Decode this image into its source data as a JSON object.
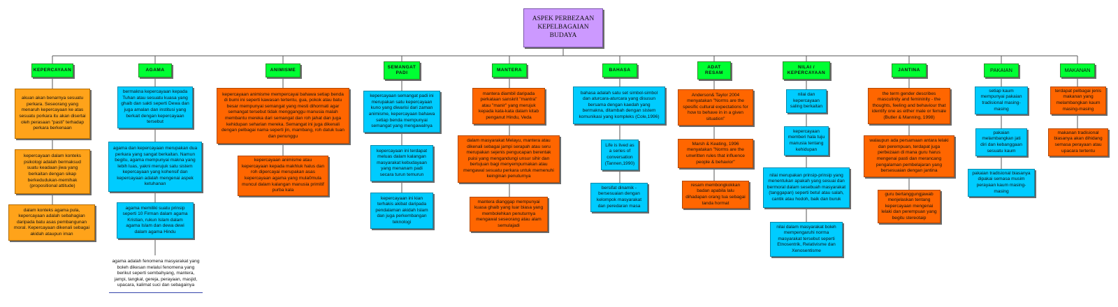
{
  "root": {
    "title": "ASPEK PERBEZAAN KEPELBAGAIAN BUDAYA"
  },
  "colors": {
    "root": "#cc99ff",
    "category": "#00ff33",
    "orange": "#ff6600",
    "amber": "#ffa31a",
    "cyan": "#00ccff",
    "line": "#555555"
  },
  "categories": [
    {
      "label": "KEPERCAYAAN",
      "nodes": [
        "akuan akan benarnya sesuatu perkara. Seseorang yang menaruh kepercayaan ke atas sesuatu porkara itu akan disertai oleh perasaan \"pasti\" terhadap perkara berkenaan",
        "kepercayaan dalam konteks psikologi adalah bermaksud suatu keadaan jiwa yang berkaitan dengan sikap berkedudukan-memihak (propositional attitude)",
        "dalam konteks agama pula, kepercayaan adalah sebahagian daripada batu asas pembangunan moral. Kepercayaan dikenali sebagai akidah ataupun iman"
      ]
    },
    {
      "label": "AGAMA",
      "nodes": [
        "bermakna kepercayaan kepada Tuhan atau sesuatu kuasa yang ghaib dan sakti seperti Dewa dan juga amalan dan institusi yang berkait dengan kepercayaan tersebut",
        "agama dan kepercayaan merupakan dua perkara yang sangat berkaitan. Namun begitu, agama mempunyai makna yang lebih luas, yakni merujuk satu sistem kepercayaan yang kohensif dan kepercayaan adalah mengenai aspek ketuhanan",
        "agama memiliki suatu prinsip seperti 10 Firman dalam agama Kristian, rukun Islam dalam agama Islam dan dewa dewi dalam agama Hindu",
        "agama adalah fenomena masyarakat yang boleh dikesan melalui fenomena yang berikut seperti sembahyang, mantera, jampi, tangkal, gereja, perayaan, masjid, upacara, kalimat suci dan sebagainya"
      ]
    },
    {
      "label": "ANIMISME",
      "nodes": [
        "kepercayaan animisme mempercayai bahawa setiap benda di bumi ini seperti kawasan tertentu, gua, pokok atau batu besar mempunyai semangat yang mesti dihormati agar semangat tersebut tidak mengganggu manusia malah membantu mereka dari semangat dan roh jahat dan juga kehidupan seharian mereka. Semangat ini juga dikenali dengan pelbagai nama seperti jin, mambang, roh datuk tuan dan penunggu",
        "kepercayaan animisme atau kepercayaan kepada makhluk halus dan roh dipercayai merupakan asas kepercayaan agama yang mula0mula muncul dalam kalangan manusia primitif purba kala"
      ]
    },
    {
      "label": "SEMANGAT PADI",
      "nodes": [
        "kepercayaan semangat padi ini merupakan satu kepercayaan kuno yang diwarisi dari zaman animisme, kepercayaan bahawa setiap benda mempunyai semangat yang mengawalnya",
        "kepercayaan ini terdapat meluas dalam kalangan masyarakat kebudayaan yang menanam padi secara turun temurun",
        "kepercayaan ini kian terhakis akibat daripada pendalaman akidah Islam dan juga perkembangan teknologi"
      ]
    },
    {
      "label": "MANTERA",
      "nodes": [
        "mantera diambil daripada perkataan sanskrit \"mantra\" atau \"manir\" yang merujuk kepada kata-kata dalam kitab penganut Hindu, Veda",
        "dalam masyarakat Melayu, mantera atau dikenali sebagai jampi serapah atau seru merupakan sejenis pengucapan berentak puisi yang mengandungi unsur sihir dan bertujuan bagi menyempurnakan atau mengawal sesuatu perkara untuk memenuhi keinginan penuturnya",
        "mantera dianggap mempunyai kuasa ghaib yang luar biasa yang membolehkan penuturnya mengawal seseorang atau alam semulajadi"
      ]
    },
    {
      "label": "BAHASA",
      "nodes": [
        "bahasa adalah satu set simbol-simbol dan aturcara-aturcara yang disusun bersama dengan kaedah yang bermakna, ditambah dengan sistem komunikasi yang kompleks (Cole,1996)",
        "Life is lived as a series of conversation (Tannen,1990)",
        "bersifat dinamik - bersesuaian dengan kelompok masyarakat dan peredaran masa"
      ]
    },
    {
      "label": "ADAT RESAM",
      "nodes": [
        "Anderson& Taylor 2004 menyatakan \"Norms are the spesific cultural expectations for how to behave in in a given situation\"",
        "Marsh & Keating, 1996 menyatakan \"Norms are the unwritten rules that influence people & behavior\"",
        "resam membongkokkan badan apabila lalu dihadapan orang tua sebagai tanda hormat"
      ]
    },
    {
      "label": "NILAI / KEPERCAYAAN",
      "nodes": [
        "nilai dan kepercayaan saling berkaitan",
        "kepercayaan memberi hala tuju manusia tentang kehidupan",
        "nilai merupakan prinsip-prinsip yang menentukan apakah yang sesuai dan bermoral dalam sesebuah masyarakat (tanggapan) seperti betul atau salah, cantik atau hodoh, baik dan buruk",
        "nilai dalam masyarakat boleh mempengaruhi norma masyarakat tersebut seperti Etnosentrik, Relativisme dan Xenosentisme"
      ]
    },
    {
      "label": "JANTINA",
      "nodes": [
        "the term gender describes masculinity and femininity - the thoughts, feeling and behaviour that identify one as either male or female (Butler & Manning, 1998)",
        "walaupun ada persamaan antara lelaki dan perempuan, terdapat juga perbezaan di mana guru harus mengenai pasti dan merancang pengalaman pembelajaran yang bersesuaian dengan jantina",
        "guru bertanggungjawab menjelaskan tentang kepercayaan mengenai lelaki dan perempuan yang begitu stereotaip"
      ]
    },
    {
      "label": "PAKAIAN",
      "nodes": [
        "setiap kaum mempunyai pakaian tradisional masing-masing",
        "pakaian melambangkan jati diri dan kebanggaan sesuatu kaum",
        "pakaian tradisional biasanya dipakai semasa musim perayaan kaum masing-masing"
      ]
    },
    {
      "label": "MAKANAN",
      "nodes": [
        "terdapat pelbagai jenis makanan yang melambangkan kaum masing-masing",
        "makanan tradisional biasanya akan dihidang semasa perayaan atau upacara tertentu"
      ]
    }
  ]
}
